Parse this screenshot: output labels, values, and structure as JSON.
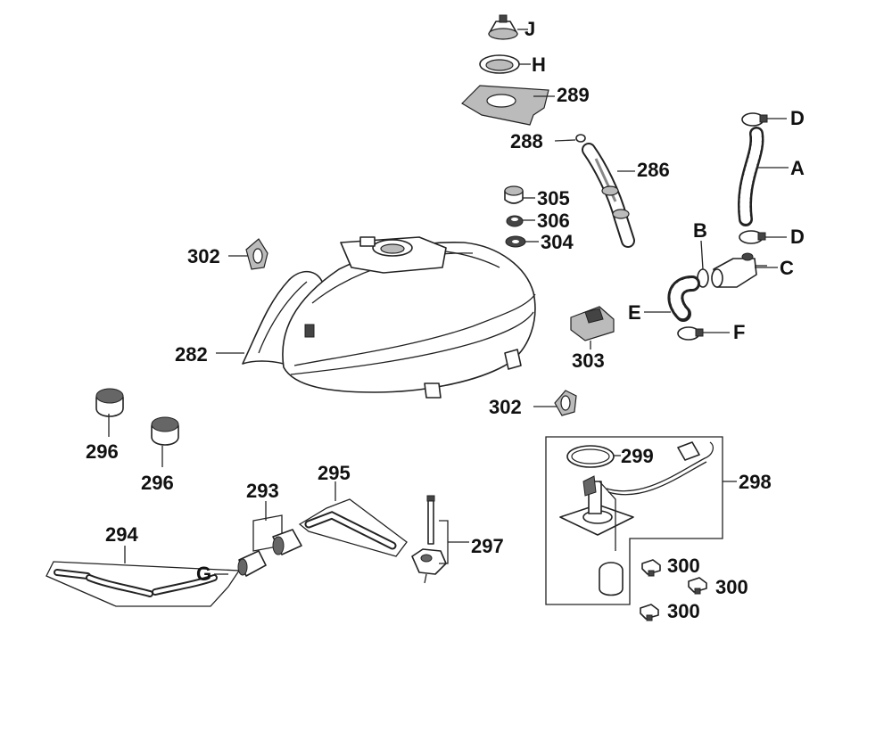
{
  "labels": {
    "J": "J",
    "H": "H",
    "p289": "289",
    "p288": "288",
    "p286": "286",
    "D_top": "D",
    "A": "A",
    "D_mid": "D",
    "B": "B",
    "C": "C",
    "E": "E",
    "F": "F",
    "p305": "305",
    "p306": "306",
    "p304": "304",
    "p302_top": "302",
    "p282": "282",
    "p303": "303",
    "p302_bottom": "302",
    "p296_a": "296",
    "p296_b": "296",
    "p293": "293",
    "p295": "295",
    "p294": "294",
    "G": "G",
    "p297": "297",
    "p299": "299",
    "p298": "298",
    "p300_a": "300",
    "p300_b": "300",
    "p300_c": "300"
  }
}
